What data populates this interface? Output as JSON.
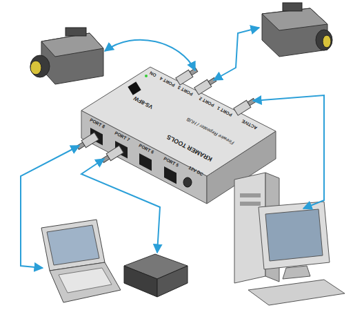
{
  "diagram": {
    "nodes": [
      {
        "text": [
          "VS-8FW",
          "Firewire Repeater / HUB",
          "KRAMER TOOLS"
        ]
      }
    ],
    "labels": [
      "ON",
      "PORT 4",
      "PORT 3",
      "PORT 2",
      "PORT 1",
      "ACTIVE",
      "PORT 8",
      "PORT 7",
      "PORT 6",
      "PORT 5",
      "12V DC"
    ]
  }
}
